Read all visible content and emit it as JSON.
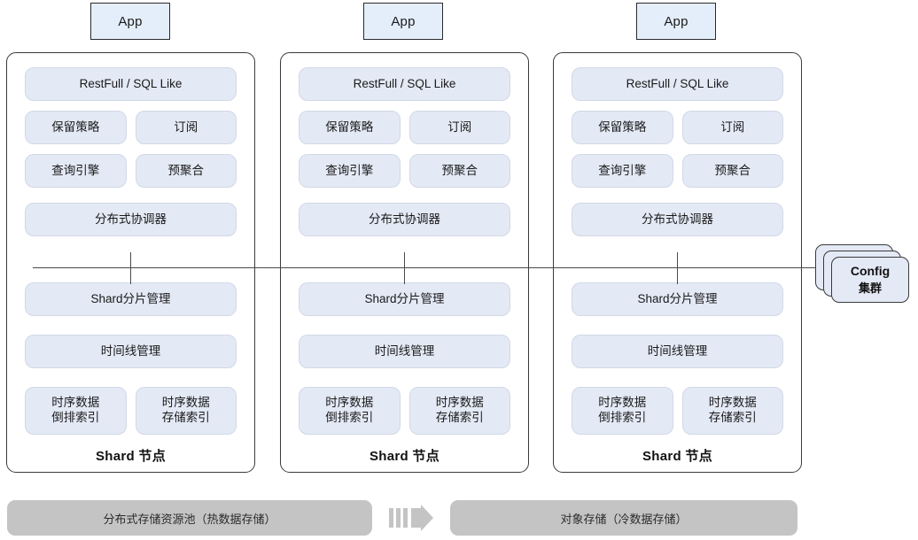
{
  "diagram": {
    "title": "Distributed Time-Series Database Architecture",
    "colors": {
      "app_fill": "#e4eefb",
      "pill_fill": "#e3e9f5",
      "config_fill": "#e4e9f6",
      "storage_fill": "#c4c4c4",
      "line": "#4a4a4a",
      "border": "#3a3a3a"
    }
  },
  "apps": [
    {
      "label": "App"
    },
    {
      "label": "App"
    },
    {
      "label": "App"
    }
  ],
  "nodes": [
    {
      "footer_label": "Shard 节点",
      "api_layer": "RestFull / SQL Like",
      "row_policy": [
        "保留策略",
        "订阅"
      ],
      "row_query": [
        "查询引擎",
        "预聚合"
      ],
      "coordinator": "分布式协调器",
      "shard_mgmt": "Shard分片管理",
      "timeline_mgmt": "时间线管理",
      "index_left": {
        "line1": "时序数据",
        "line2": "倒排索引"
      },
      "index_right": {
        "line1": "时序数据",
        "line2": "存储索引"
      }
    },
    {
      "footer_label": "Shard 节点",
      "api_layer": "RestFull / SQL Like",
      "row_policy": [
        "保留策略",
        "订阅"
      ],
      "row_query": [
        "查询引擎",
        "预聚合"
      ],
      "coordinator": "分布式协调器",
      "shard_mgmt": "Shard分片管理",
      "timeline_mgmt": "时间线管理",
      "index_left": {
        "line1": "时序数据",
        "line2": "倒排索引"
      },
      "index_right": {
        "line1": "时序数据",
        "line2": "存储索引"
      }
    },
    {
      "footer_label": "Shard 节点",
      "api_layer": "RestFull / SQL Like",
      "row_policy": [
        "保留策略",
        "订阅"
      ],
      "row_query": [
        "查询引擎",
        "预聚合"
      ],
      "coordinator": "分布式协调器",
      "shard_mgmt": "Shard分片管理",
      "timeline_mgmt": "时间线管理",
      "index_left": {
        "line1": "时序数据",
        "line2": "倒排索引"
      },
      "index_right": {
        "line1": "时序数据",
        "line2": "存储索引"
      }
    }
  ],
  "config_cluster": {
    "title": "Config",
    "subtitle": "集群"
  },
  "storage": {
    "hot": "分布式存储资源池（热数据存储）",
    "cold": "对象存储（冷数据存储）",
    "flow_icon": "striped-right-arrow-icon"
  }
}
